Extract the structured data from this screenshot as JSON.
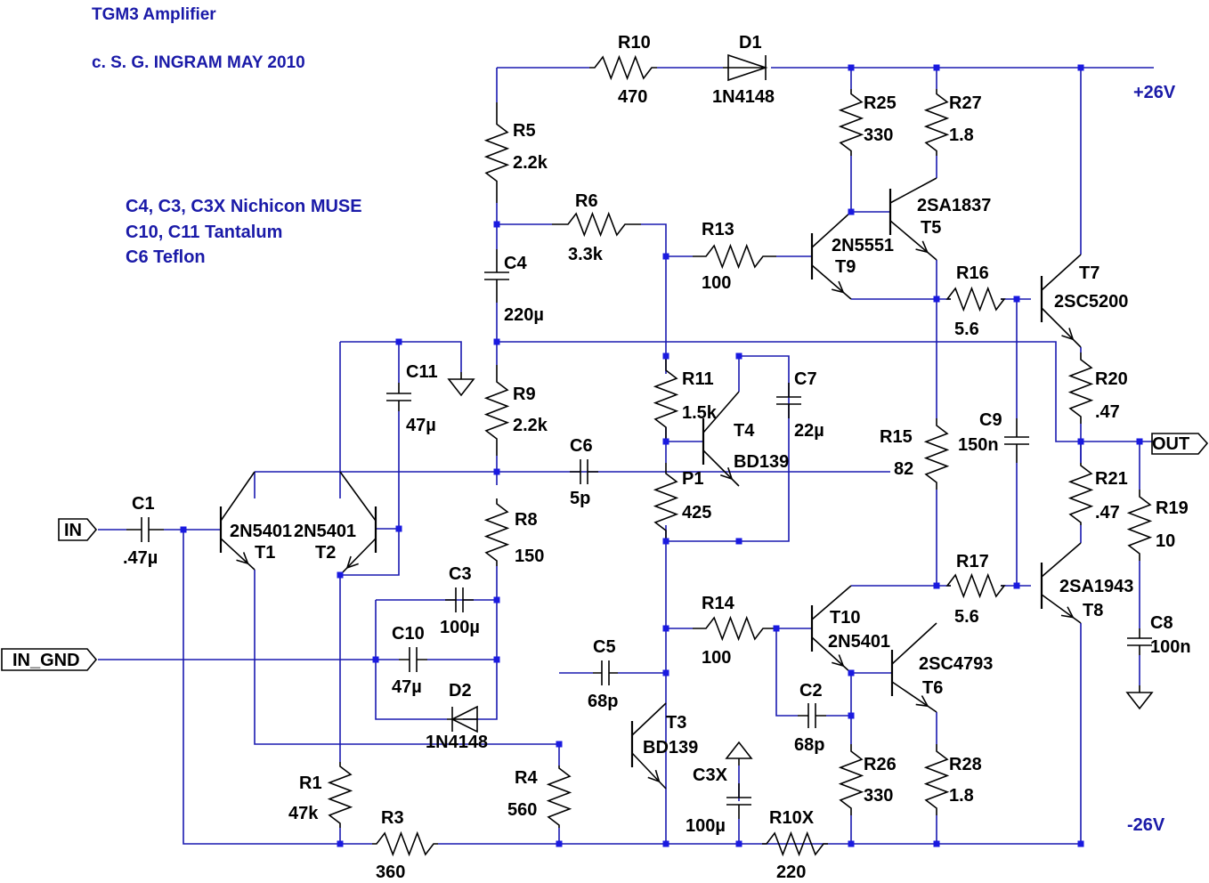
{
  "title": "TGM3 Amplifier",
  "copyright": "c. S. G. INGRAM MAY 2010",
  "notes": [
    "C4, C3, C3X Nichicon MUSE",
    "C10, C11 Tantalum",
    "C6 Teflon"
  ],
  "rails": {
    "positive": "+26V",
    "negative": "-26V"
  },
  "ports": {
    "input": "IN",
    "input_ground": "IN_GND",
    "output": "OUT"
  },
  "resistors": [
    {
      "ref": "R1",
      "value": "47k"
    },
    {
      "ref": "R3",
      "value": "360"
    },
    {
      "ref": "R4",
      "value": "560"
    },
    {
      "ref": "R5",
      "value": "2.2k"
    },
    {
      "ref": "R6",
      "value": "3.3k"
    },
    {
      "ref": "R8",
      "value": "150"
    },
    {
      "ref": "R9",
      "value": "2.2k"
    },
    {
      "ref": "R10",
      "value": "470"
    },
    {
      "ref": "R10X",
      "value": "220"
    },
    {
      "ref": "R11",
      "value": "1.5k"
    },
    {
      "ref": "P1",
      "value": "425"
    },
    {
      "ref": "R13",
      "value": "100"
    },
    {
      "ref": "R14",
      "value": "100"
    },
    {
      "ref": "R15",
      "value": "82"
    },
    {
      "ref": "R16",
      "value": "5.6"
    },
    {
      "ref": "R17",
      "value": "5.6"
    },
    {
      "ref": "R19",
      "value": "10"
    },
    {
      "ref": "R20",
      "value": ".47"
    },
    {
      "ref": "R21",
      "value": ".47"
    },
    {
      "ref": "R25",
      "value": "330"
    },
    {
      "ref": "R26",
      "value": "330"
    },
    {
      "ref": "R27",
      "value": "1.8"
    },
    {
      "ref": "R28",
      "value": "1.8"
    }
  ],
  "capacitors": [
    {
      "ref": "C1",
      "value": ".47µ"
    },
    {
      "ref": "C2",
      "value": "68p"
    },
    {
      "ref": "C3",
      "value": "100µ"
    },
    {
      "ref": "C3X",
      "value": "100µ"
    },
    {
      "ref": "C4",
      "value": "220µ"
    },
    {
      "ref": "C5",
      "value": "68p"
    },
    {
      "ref": "C6",
      "value": "5p"
    },
    {
      "ref": "C7",
      "value": "22µ"
    },
    {
      "ref": "C8",
      "value": "100n"
    },
    {
      "ref": "C9",
      "value": "150n"
    },
    {
      "ref": "C10",
      "value": "47µ"
    },
    {
      "ref": "C11",
      "value": "47µ"
    }
  ],
  "diodes": [
    {
      "ref": "D1",
      "value": "1N4148"
    },
    {
      "ref": "D2",
      "value": "1N4148"
    }
  ],
  "transistors": [
    {
      "ref": "T1",
      "part": "2N5401"
    },
    {
      "ref": "T2",
      "part": "2N5401"
    },
    {
      "ref": "T3",
      "part": "BD139"
    },
    {
      "ref": "T4",
      "part": "BD139"
    },
    {
      "ref": "T5",
      "part": "2SA1837"
    },
    {
      "ref": "T6",
      "part": "2SC4793"
    },
    {
      "ref": "T7",
      "part": "2SC5200"
    },
    {
      "ref": "T8",
      "part": "2SA1943"
    },
    {
      "ref": "T9",
      "part": "2N5551"
    },
    {
      "ref": "T10",
      "part": "2N5401"
    }
  ],
  "colors": {
    "wire": "#1a1ab0",
    "component": "#000000",
    "annotation": "#1a1aa8",
    "junction": "#1a1ae0"
  }
}
